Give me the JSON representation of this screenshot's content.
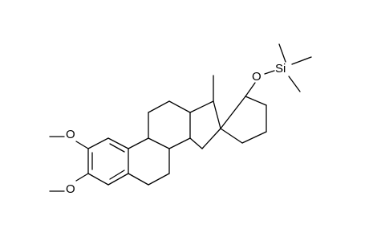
{
  "molecule": {
    "labels": {
      "methoxy_upper": "O",
      "methyl_upper": "CH3",
      "methoxy_lower": "O",
      "methyl_lower": "CH3",
      "ring_methyl": "Me",
      "silyl_oxygen": "O",
      "silicon": "Si"
    }
  },
  "colors": {
    "background": "#ffffff",
    "ink": "#000000"
  }
}
